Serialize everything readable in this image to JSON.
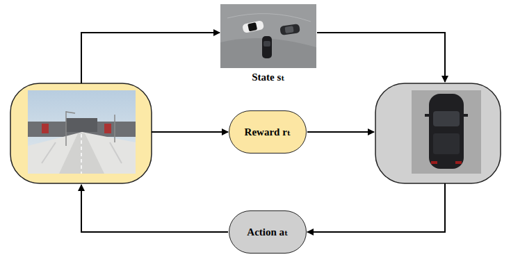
{
  "diagram": {
    "nodes": [
      {
        "text": [
          "State sₜ"
        ]
      },
      {
        "text": [
          "Reward rₜ"
        ]
      },
      {
        "text": [
          "Action aₜ"
        ]
      }
    ]
  }
}
